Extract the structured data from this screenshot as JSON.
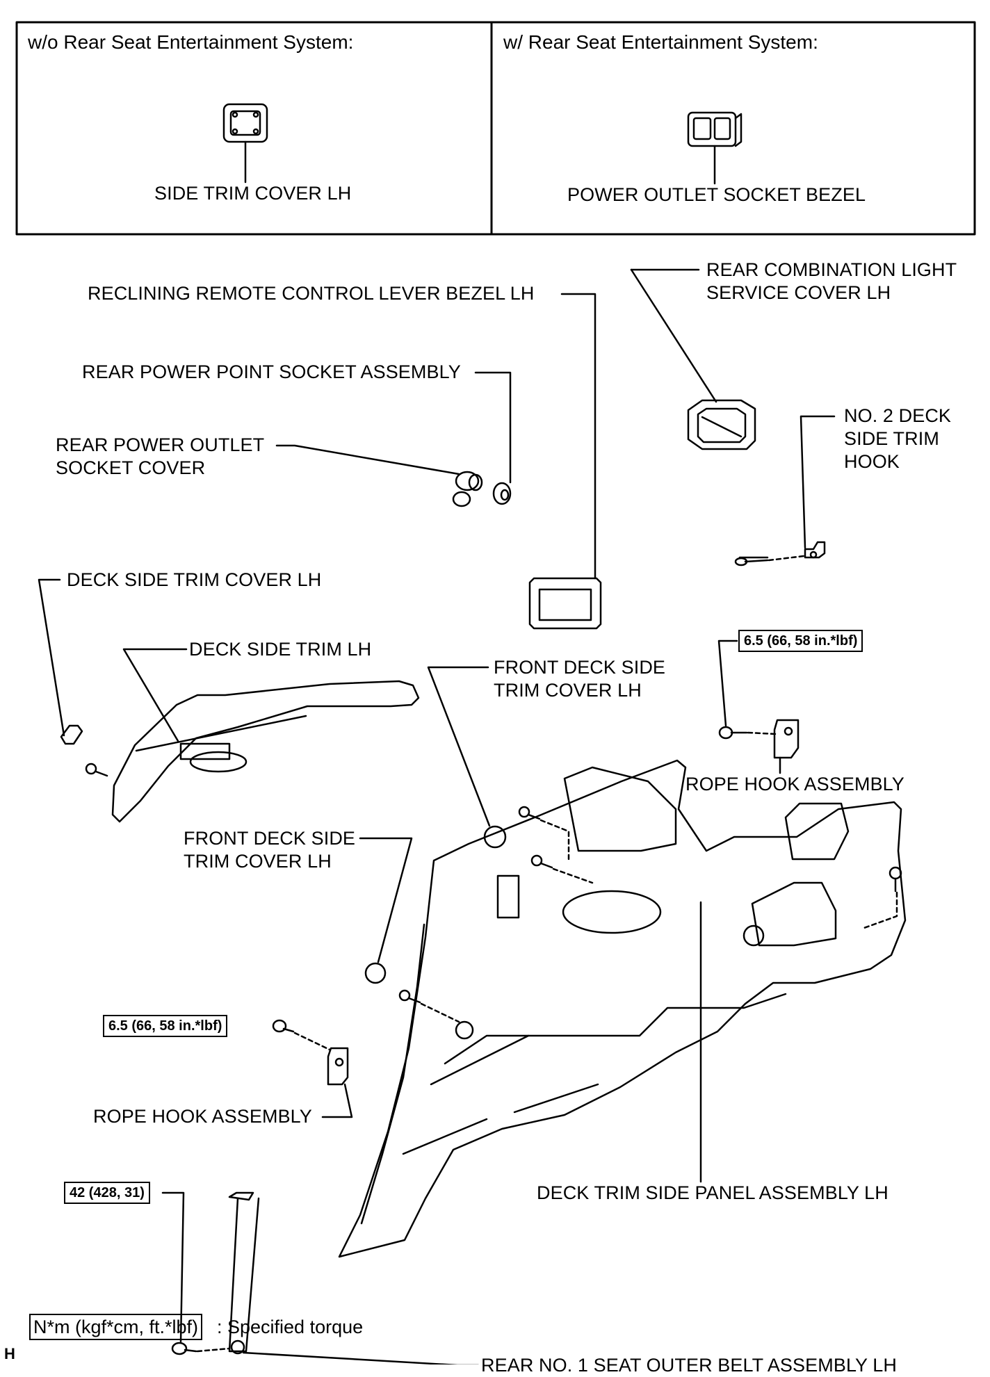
{
  "header": {
    "left_title": "w/o Rear Seat Entertainment System:",
    "left_part": "SIDE TRIM COVER LH",
    "right_title": "w/ Rear Seat Entertainment System:",
    "right_part": "POWER OUTLET SOCKET BEZEL"
  },
  "labels": {
    "rear_combination_light": "REAR COMBINATION LIGHT\nSERVICE COVER LH",
    "reclining_bezel": "RECLINING REMOTE CONTROL LEVER BEZEL LH",
    "rear_power_point": "REAR POWER POINT SOCKET ASSEMBLY",
    "rear_power_outlet_cover": "REAR POWER OUTLET\nSOCKET COVER",
    "no2_deck_hook": "NO. 2 DECK\nSIDE TRIM\nHOOK",
    "deck_side_trim_cover": "DECK SIDE TRIM COVER LH",
    "deck_side_trim": "DECK SIDE TRIM LH",
    "front_deck_cover_upper": "FRONT DECK SIDE\nTRIM COVER LH",
    "rope_hook_upper": "ROPE HOOK ASSEMBLY",
    "front_deck_cover_lower": "FRONT DECK SIDE\nTRIM COVER LH",
    "rope_hook_lower": "ROPE HOOK ASSEMBLY",
    "deck_trim_panel": "DECK TRIM SIDE PANEL ASSEMBLY LH",
    "rear_belt": "REAR NO. 1 SEAT OUTER BELT ASSEMBLY LH"
  },
  "torques": {
    "upper_rope_hook": "6.5 (66, 58 in.*lbf)",
    "lower_rope_hook": "6.5 (66, 58 in.*lbf)",
    "belt_bolt": "42 (428, 31)"
  },
  "legend": {
    "unit_box": "N*m (kgf*cm, ft.*lbf)",
    "description": ": Specified torque"
  },
  "corner_mark": "H"
}
